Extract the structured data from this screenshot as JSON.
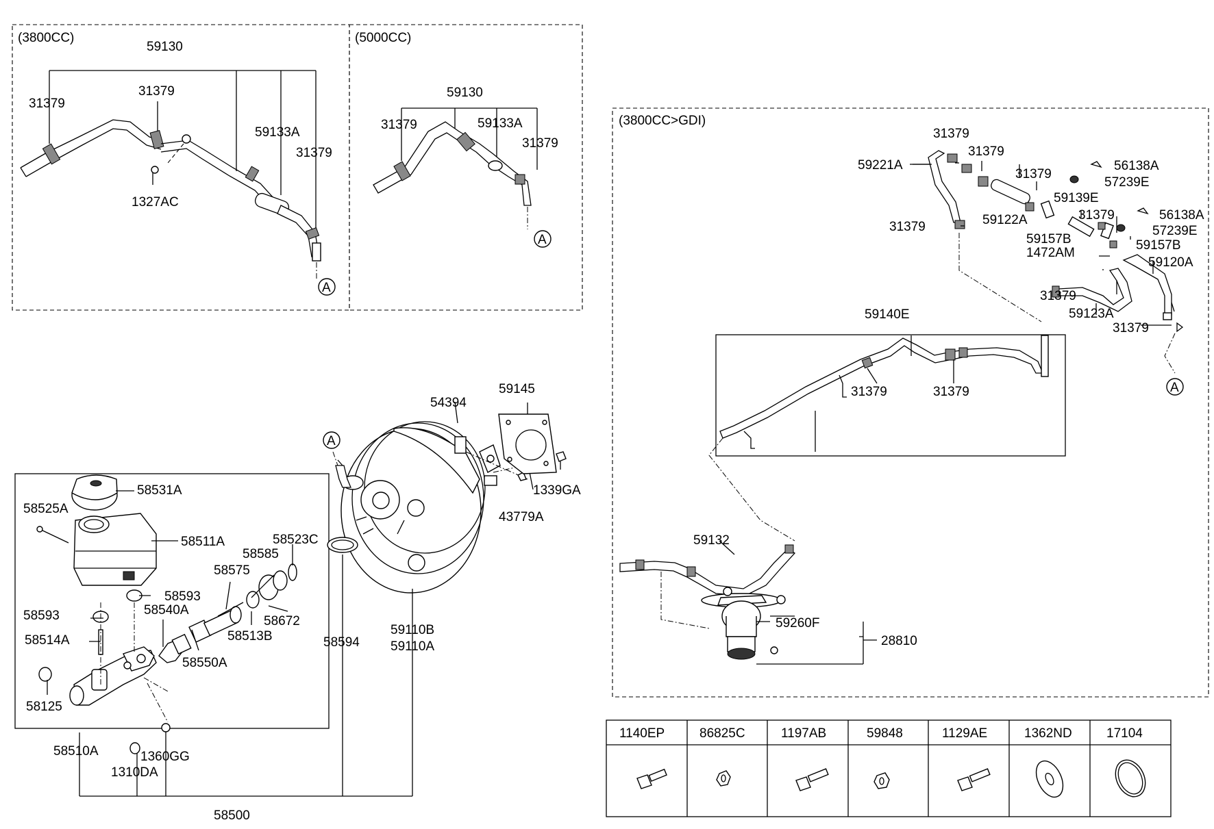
{
  "boxes": {
    "b3800": "(3800CC)",
    "b5000": "(5000CC)",
    "gdi": "(3800CC>GDI)"
  },
  "ref_marker": "A",
  "labels": {
    "l59130_a": "59130",
    "l31379_a1": "31379",
    "l31379_a2": "31379",
    "l59133A_a": "59133A",
    "l31379_a3": "31379",
    "l1327AC": "1327AC",
    "l59130_b": "59130",
    "l31379_b1": "31379",
    "l59133A_b": "59133A",
    "l31379_b2": "31379",
    "l31379_g1": "31379",
    "l31379_g2": "31379",
    "l59221A": "59221A",
    "l31379_g3": "31379",
    "l56138A_1": "56138A",
    "l57239E_1": "57239E",
    "l59139E": "59139E",
    "l59122A": "59122A",
    "l31379_g4": "31379",
    "l31379_g5": "31379",
    "l56138A_2": "56138A",
    "l57239E_2": "57239E",
    "l59157B_1": "59157B",
    "l59157B_2": "59157B",
    "l1472AM": "1472AM",
    "l59120A": "59120A",
    "l31379_g6": "31379",
    "l59123A": "59123A",
    "l31379_g7": "31379",
    "l59140E": "59140E",
    "l31379_g8": "31379",
    "l31379_g9": "31379",
    "l59132": "59132",
    "l59260F": "59260F",
    "l28810": "28810",
    "l54394": "54394",
    "l59145": "59145",
    "l1339GA": "1339GA",
    "l43779A": "43779A",
    "l58531A": "58531A",
    "l58525A": "58525A",
    "l58511A": "58511A",
    "l58523C": "58523C",
    "l58585": "58585",
    "l58575": "58575",
    "l58593_1": "58593",
    "l58540A": "58540A",
    "l58593_2": "58593",
    "l58672": "58672",
    "l58513B": "58513B",
    "l58514A": "58514A",
    "l58550A": "58550A",
    "l58594": "58594",
    "l59110B": "59110B",
    "l59110A": "59110A",
    "l58125": "58125",
    "l58510A": "58510A",
    "l1360GG": "1360GG",
    "l1310DA": "1310DA",
    "l58500": "58500"
  },
  "legend_table": {
    "headers": [
      "1140EP",
      "86825C",
      "1197AB",
      "59848",
      "1129AE",
      "1362ND",
      "17104"
    ],
    "icons": [
      "bolt-icon",
      "nut-icon",
      "bolt-icon",
      "nut-icon",
      "bolt-icon",
      "washer-icon",
      "o-ring-icon"
    ]
  }
}
